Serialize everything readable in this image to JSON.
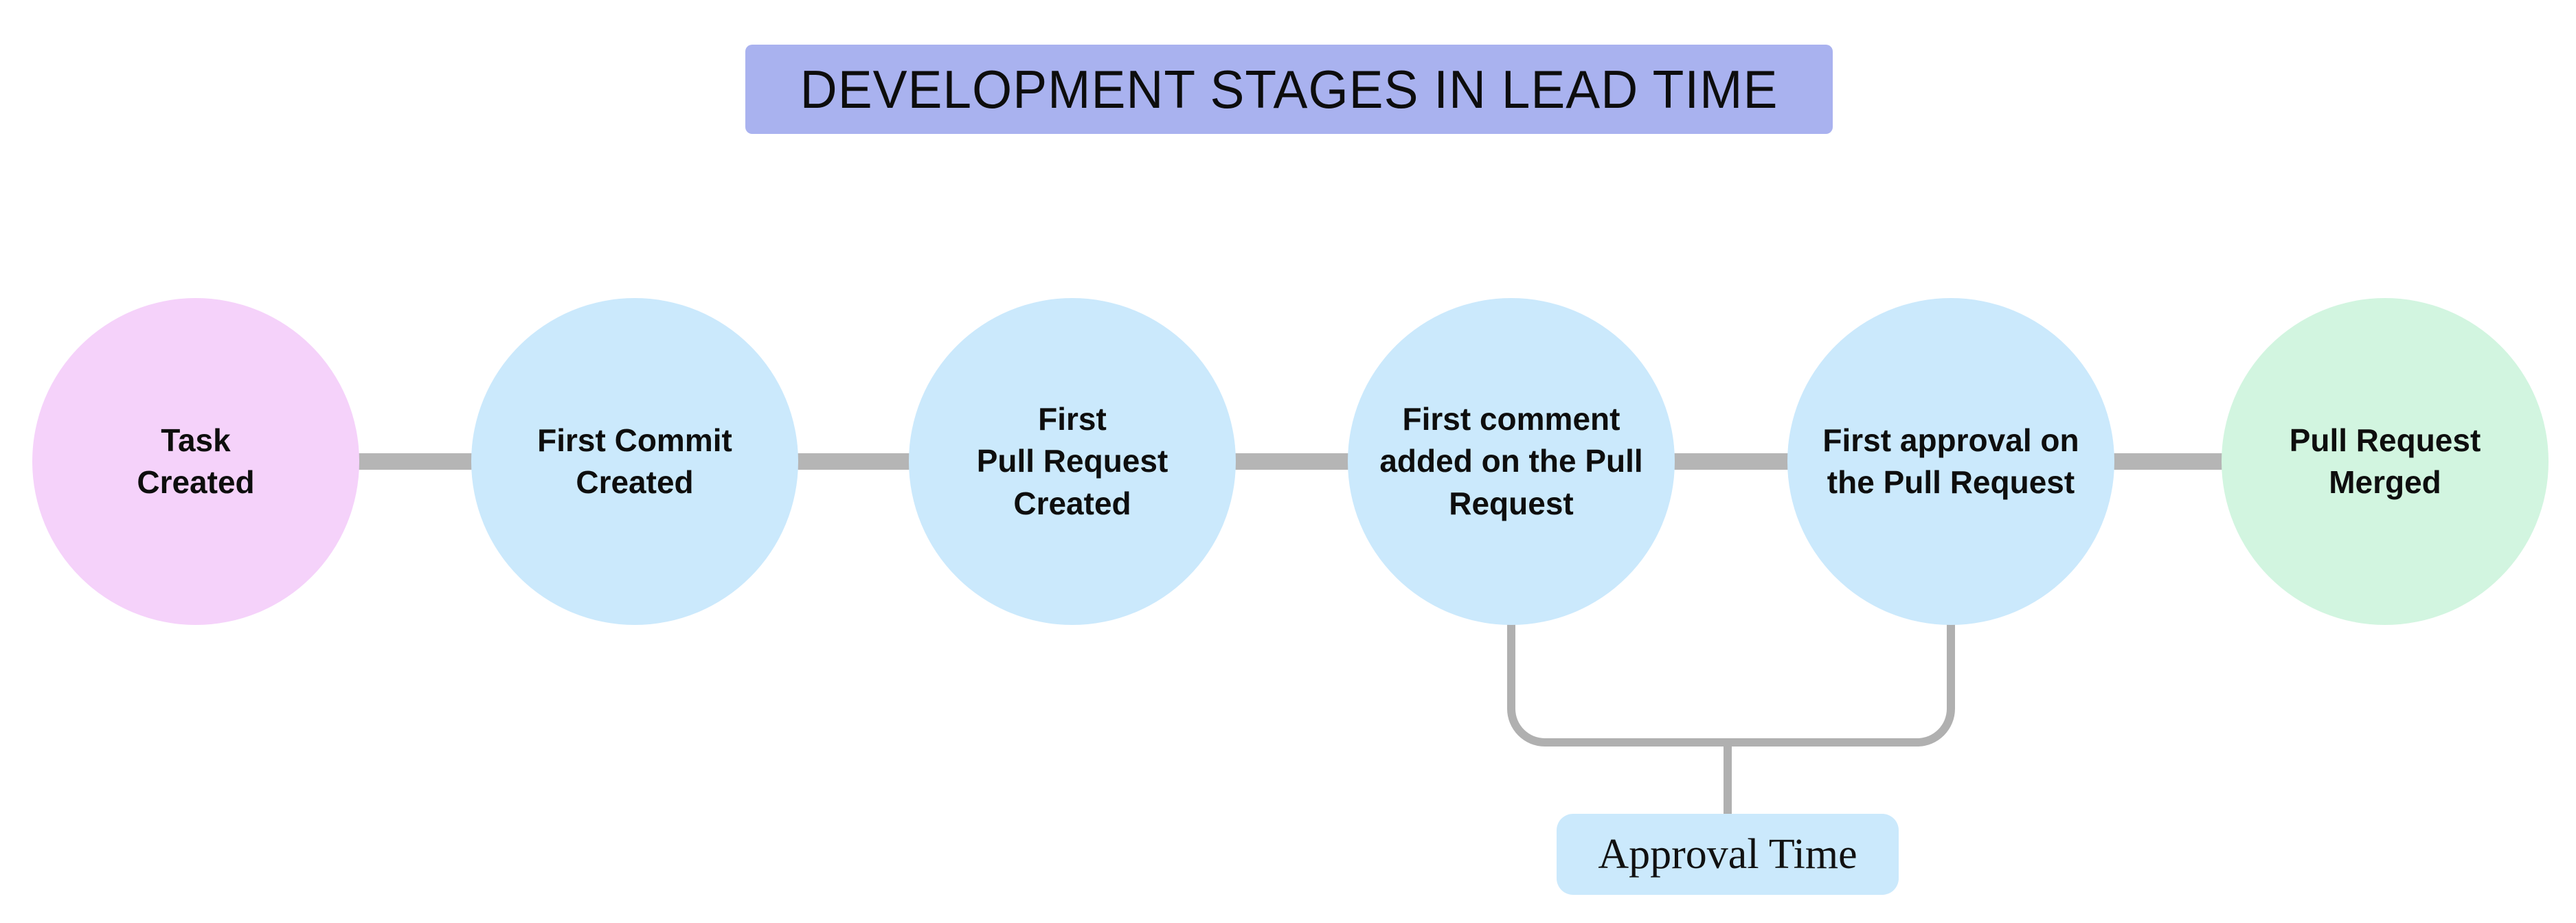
{
  "title": {
    "text": "DEVELOPMENT STAGES IN LEAD TIME",
    "bg": "#a9b2ef"
  },
  "stages": [
    {
      "label": "Task\nCreated",
      "color": "#f5d2fa"
    },
    {
      "label": "First Commit\nCreated",
      "color": "#cbe9fc"
    },
    {
      "label": "First\nPull Request\nCreated",
      "color": "#cbe9fc"
    },
    {
      "label": "First comment\nadded on the Pull\nRequest",
      "color": "#cbe9fc"
    },
    {
      "label": "First approval on\nthe Pull Request",
      "color": "#cbe9fc"
    },
    {
      "label": "Pull Request\nMerged",
      "color": "#d2f5e0"
    }
  ],
  "annotation": {
    "label": "Approval Time",
    "bg": "#cbe9fc",
    "connects_stage_indices": [
      3,
      4
    ]
  },
  "colors": {
    "connector": "#b5b5b5",
    "bracket": "#b0b0b0",
    "background": "#ffffff"
  }
}
